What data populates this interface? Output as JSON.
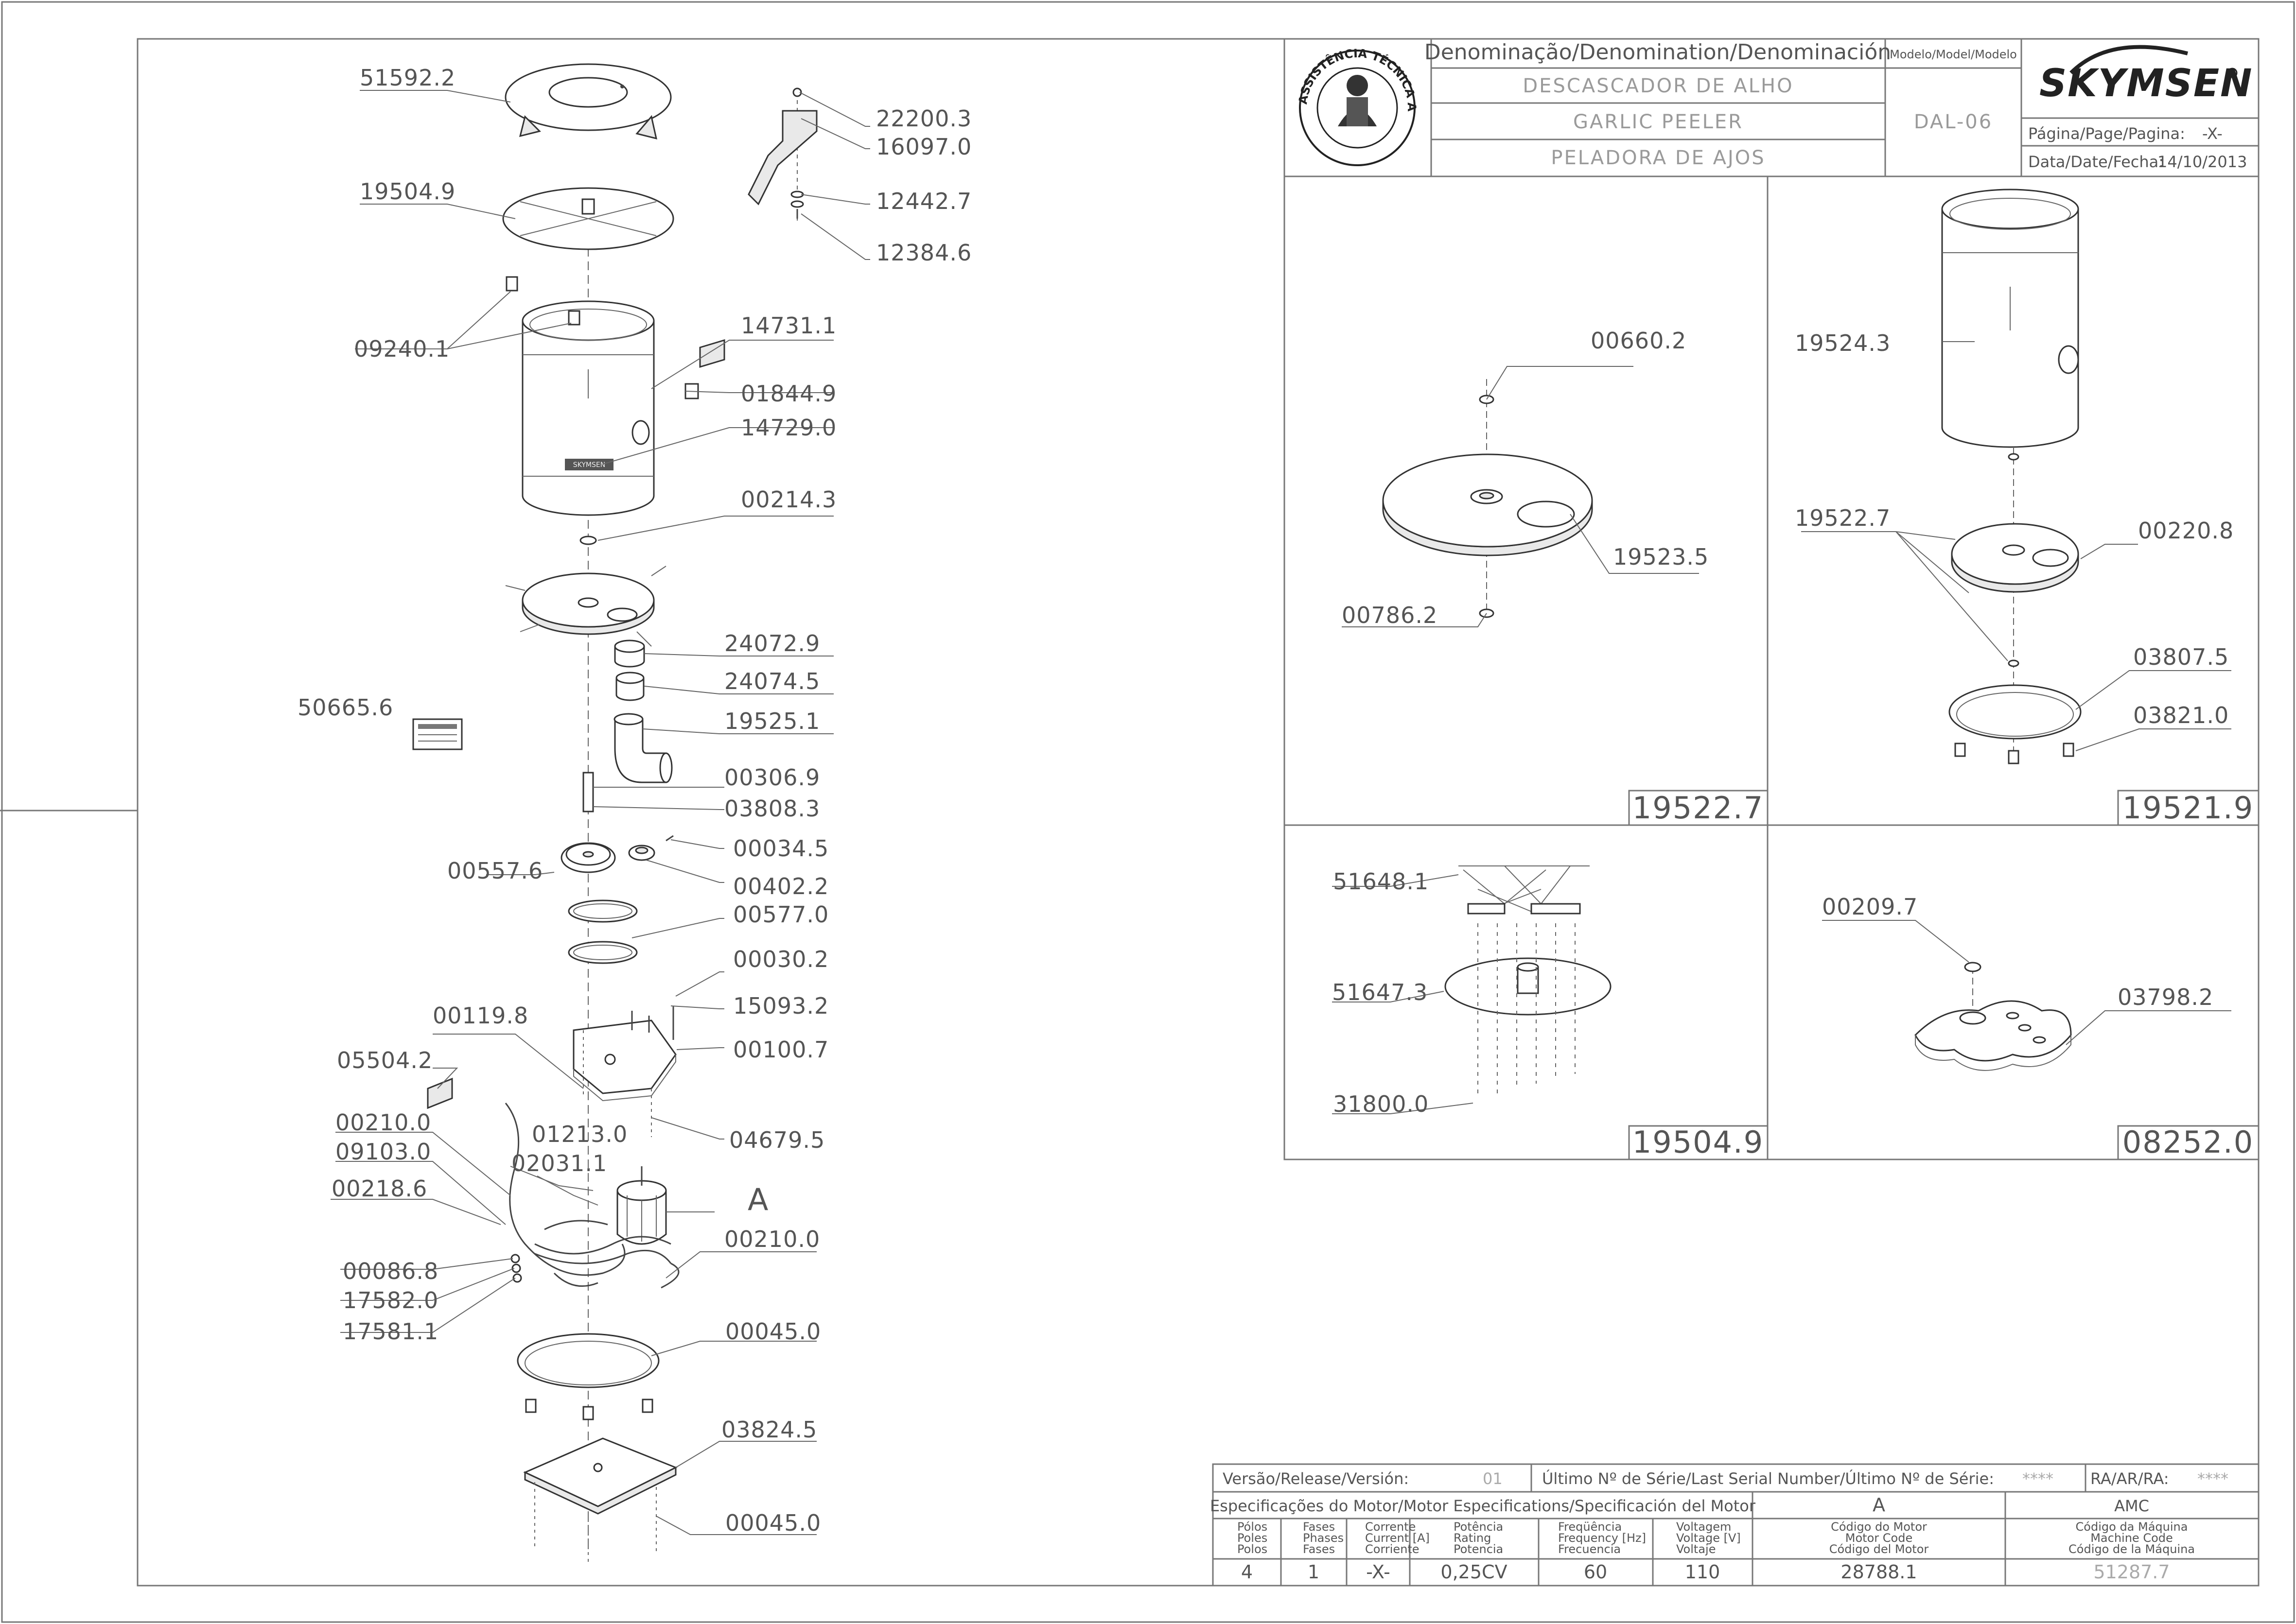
{
  "title_block": {
    "denomination_header": "Denominação/Denomination/Denominación",
    "model_header": "Modelo/Model/Modelo",
    "names": [
      "DESCASCADOR DE ALHO",
      "GARLIC PEELER",
      "PELADORA DE AJOS"
    ],
    "model": "DAL-06",
    "brand": "SKYMSEN",
    "page_label": "Página/Page/Pagina:",
    "page_value": "-X-",
    "date_label": "Data/Date/Fecha:",
    "date_value": "14/10/2013",
    "seal_text": "ASSISTÊNCIA TÉCNICA AUTORIZADA"
  },
  "main_parts": [
    {
      "code": "51592.2"
    },
    {
      "code": "19504.9"
    },
    {
      "code": "09240.1"
    },
    {
      "code": "22200.3"
    },
    {
      "code": "16097.0"
    },
    {
      "code": "12442.7"
    },
    {
      "code": "12384.6"
    },
    {
      "code": "14731.1"
    },
    {
      "code": "01844.9"
    },
    {
      "code": "14729.0"
    },
    {
      "code": "00214.3"
    },
    {
      "code": "24072.9"
    },
    {
      "code": "24074.5"
    },
    {
      "code": "19525.1"
    },
    {
      "code": "50665.6"
    },
    {
      "code": "00306.9"
    },
    {
      "code": "03808.3"
    },
    {
      "code": "00034.5"
    },
    {
      "code": "00557.6"
    },
    {
      "code": "00402.2"
    },
    {
      "code": "00577.0"
    },
    {
      "code": "00030.2"
    },
    {
      "code": "00119.8"
    },
    {
      "code": "15093.2"
    },
    {
      "code": "00100.7"
    },
    {
      "code": "05504.2"
    },
    {
      "code": "00210.0"
    },
    {
      "code": "09103.0"
    },
    {
      "code": "01213.0"
    },
    {
      "code": "02031.1"
    },
    {
      "code": "04679.5"
    },
    {
      "code": "00218.6"
    },
    {
      "code": "00210.0"
    },
    {
      "code": "00086.8"
    },
    {
      "code": "17582.0"
    },
    {
      "code": "17581.1"
    },
    {
      "code": "00045.0"
    },
    {
      "code": "03824.5"
    },
    {
      "code": "00045.0"
    }
  ],
  "motor_letter": "A",
  "machine_label": "SKYMSEN",
  "detail_views": [
    {
      "title": "19522.7",
      "parts": [
        "00660.2",
        "19523.5",
        "00786.2"
      ]
    },
    {
      "title": "19521.9",
      "parts": [
        "19524.3",
        "19522.7",
        "00220.8",
        "03807.5",
        "03821.0"
      ]
    },
    {
      "title": "19504.9",
      "parts": [
        "51648.1",
        "51647.3",
        "31800.0"
      ]
    },
    {
      "title": "08252.0",
      "parts": [
        "00209.7",
        "03798.2"
      ]
    }
  ],
  "revision_block": {
    "version_label": "Versão/Release/Versión:",
    "version_value": "01",
    "serial_label": "Último Nº de Série/Last Serial Number/Último Nº de Série:",
    "serial_value": "****",
    "ra_label": "RA/AR/RA:",
    "ra_value": "****",
    "motor_spec_label": "Especificações do Motor/Motor Especifications/Specificación del Motor",
    "motor_letter": "A",
    "machine_letter": "AMC",
    "columns": [
      {
        "header": [
          "Pólos",
          "Poles",
          "Polos"
        ],
        "value": "4"
      },
      {
        "header": [
          "Fases",
          "Phases",
          "Fases"
        ],
        "value": "1"
      },
      {
        "header": [
          "Corrente",
          "Current [A]",
          "Corriente"
        ],
        "value": "-X-"
      },
      {
        "header": [
          "Potência",
          "Rating",
          "Potencia"
        ],
        "value": "0,25CV"
      },
      {
        "header": [
          "Freqüência",
          "Frequency [Hz]",
          "Frecuencia"
        ],
        "value": "60"
      },
      {
        "header": [
          "Voltagem",
          "Voltage [V]",
          "Voltaje"
        ],
        "value": "110"
      },
      {
        "header": [
          "Código do Motor",
          "Motor Code",
          "Código del Motor"
        ],
        "value": "28788.1"
      },
      {
        "header": [
          "Código da Máquina",
          "Machine Code",
          "Código de la Máquina"
        ],
        "value": "51287.7"
      }
    ]
  }
}
